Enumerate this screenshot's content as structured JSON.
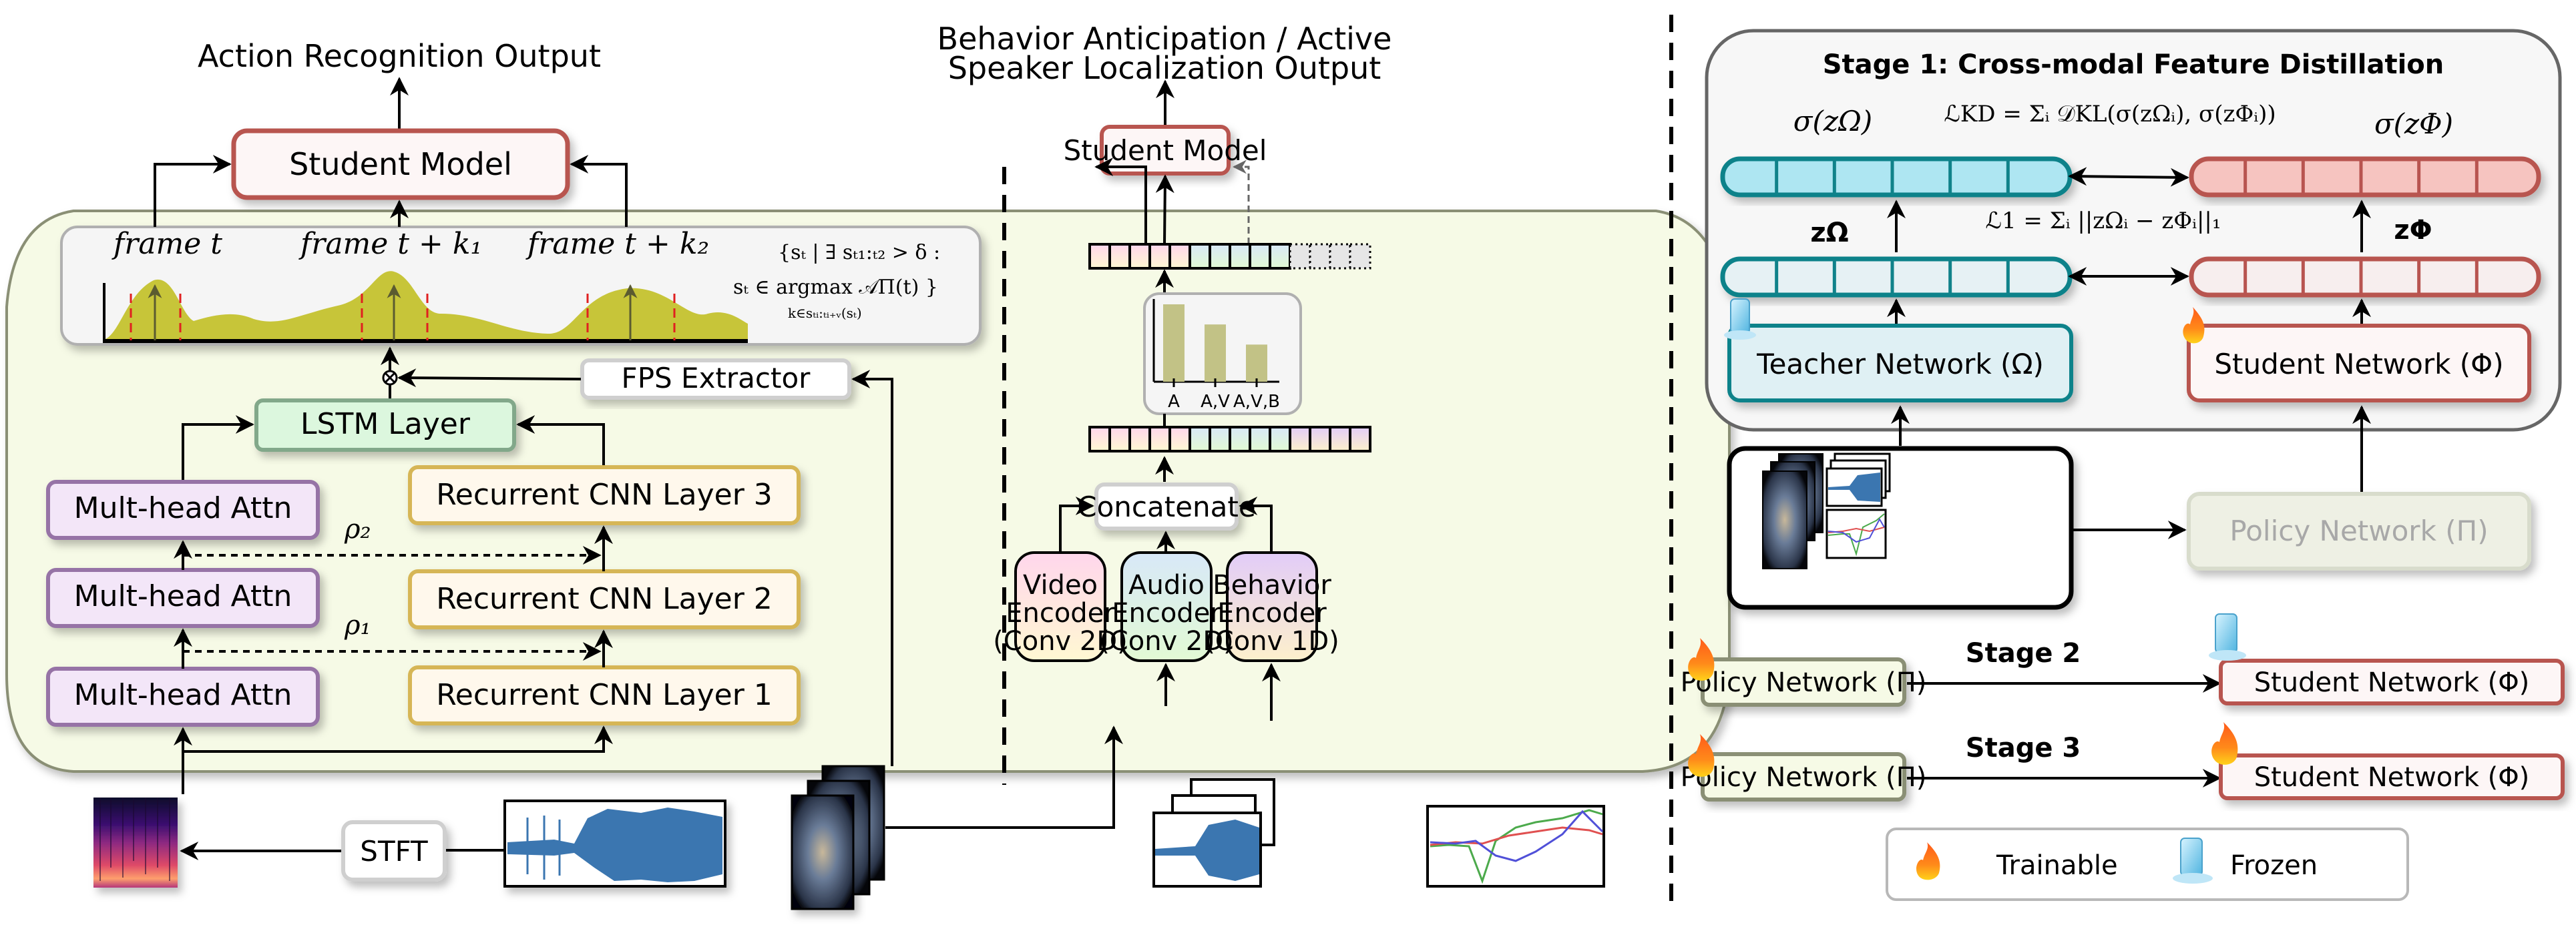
{
  "panel_a": {
    "output_label": "Action Recognition Output",
    "student_model": "Student Model",
    "frames": [
      "frame t",
      "frame t + k₁",
      "frame t + k₂"
    ],
    "selection_formula_line1": "{sₜ | ∃ sₜ₁:ₜ₂ > δ :",
    "selection_formula_line2": "sₜ ∈ argmax 𝒜Π(t) }",
    "selection_formula_sub": "k∈sₜᵢ:ₜᵢ₊ᵥ(sₜ)",
    "fps_extractor": "FPS Extractor",
    "multiply_symbol": "⊗",
    "lstm": "LSTM Layer",
    "attn_blocks": [
      "Mult-head Attn",
      "Mult-head Attn",
      "Mult-head Attn"
    ],
    "rcnn_blocks": [
      "Recurrent CNN Layer 3",
      "Recurrent CNN Layer 2",
      "Recurrent CNN Layer 1"
    ],
    "rho_labels": [
      "ρ₂",
      "ρ₁"
    ],
    "stft": "STFT"
  },
  "panel_b": {
    "output_label_line1": "Behavior Anticipation / Active",
    "output_label_line2": "Speaker Localization Output",
    "student_model": "Student Model",
    "bar_chart_labels": [
      "A",
      "A,V",
      "A,V,B"
    ],
    "concatenate": "Concatenate",
    "encoders": [
      {
        "line1": "Video",
        "line2": "Encoder",
        "line3": "(Conv 2D)"
      },
      {
        "line1": "Audio",
        "line2": "Encoder",
        "line3": "(Conv 2D)"
      },
      {
        "line1": "Behavior",
        "line2": "Encoder",
        "line3": "(Conv 1D)"
      }
    ]
  },
  "panel_c": {
    "stage1_title": "Stage 1: Cross-modal Feature Distillation",
    "sigma_omega": "σ(zΩ)",
    "sigma_phi": "σ(zΦ)",
    "kd_loss": "ℒKD = Σᵢ 𝒟KL(σ(zΩᵢ), σ(zΦᵢ))",
    "l1_loss": "ℒ1 = Σᵢ ||zΩᵢ − zΦᵢ||₁",
    "z_omega": "zΩ",
    "z_phi": "zΦ",
    "teacher": "Teacher Network (Ω)",
    "student": "Student Network (Φ)",
    "policy_faded": "Policy Network (Π)",
    "stage2_label": "Stage 2",
    "stage3_label": "Stage 3",
    "policy": "Policy Network (Π)",
    "legend_trainable": "Trainable",
    "legend_frozen": "Frozen"
  },
  "chart_data": {
    "type": "bar",
    "title": "",
    "categories": [
      "A",
      "A,V",
      "A,V,B"
    ],
    "values": [
      1.0,
      0.74,
      0.48
    ],
    "xlabel": "",
    "ylabel": "",
    "ylim": [
      0,
      1.0
    ],
    "grid": false
  },
  "colors": {
    "panel_bg": "#f6fae6",
    "panel_border": "#8a8f74",
    "student_border": "#b85450",
    "student_fill": "#fdf6f6",
    "attn_border": "#9673a6",
    "attn_fill": "#f3e6f8",
    "rcnn_border": "#d6b656",
    "rcnn_fill": "#fff8ec",
    "lstm_border": "#82a88a",
    "lstm_fill": "#dcf7de",
    "teacher_border": "#10828a",
    "teacher_fill": "#dff0f4",
    "teal_vec": "#aee6f2",
    "red_vec": "#f6c4c0",
    "olive": "#c4c22e",
    "bar": "#c2c286",
    "frozen_fill": "#eef0e4"
  }
}
